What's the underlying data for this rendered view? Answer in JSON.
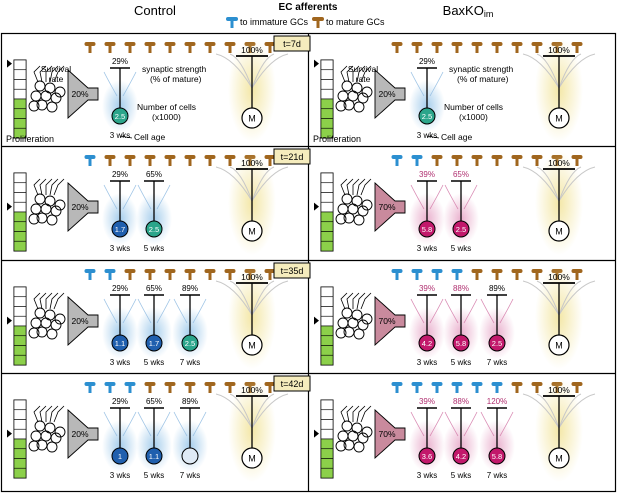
{
  "header": {
    "left_title": "Control",
    "right_title_main": "BaxKO",
    "right_title_sub": "im",
    "legend_title": "EC afferents",
    "legend_immature": "to immature GCs",
    "legend_mature": "to mature GCs"
  },
  "labels": {
    "survival_rate": "Survival",
    "survival_rate2": "rate",
    "synaptic_strength": "synaptic strength",
    "synaptic_strength2": "(% of mature)",
    "number_of_cells": "Number of cells",
    "number_of_cells2": "(x1000)",
    "cell_age": "Cell age",
    "proliferation": "Proliferation",
    "mature_marker": "M"
  },
  "colors": {
    "immature_afferent": "#2c8fd0",
    "mature_afferent": "#a0661e",
    "proliferation_fill": "#8cd04a",
    "control_cell_3wk": "#2ba58b",
    "baxko_cell": "#c2186b",
    "mature_glow": "#f4eab0",
    "timepoint_badge": "#f5ecbd"
  },
  "panels": [
    {
      "timepoint": "t=7d",
      "control": {
        "survival": "20%",
        "afferents": [
          "mature",
          "mature",
          "mature",
          "mature",
          "mature",
          "mature",
          "mature",
          "mature",
          "mature",
          "mature"
        ],
        "cells": [
          {
            "age": "3 wks",
            "count": "2.5",
            "strength": "29%"
          }
        ],
        "mature_strength": "100%"
      },
      "baxko": {
        "survival": "20%",
        "afferents": [
          "mature",
          "mature",
          "mature",
          "mature",
          "mature",
          "mature",
          "mature",
          "mature",
          "mature",
          "mature"
        ],
        "cells": [
          {
            "age": "3 wks",
            "count": "2.5",
            "strength": "29%"
          }
        ],
        "mature_strength": "100%"
      }
    },
    {
      "timepoint": "t=21d",
      "control": {
        "survival": "20%",
        "afferents": [
          "immature",
          "mature",
          "mature",
          "mature",
          "mature",
          "mature",
          "mature",
          "mature",
          "mature",
          "mature"
        ],
        "cells": [
          {
            "age": "3 wks",
            "count": "1.7",
            "strength": "29%"
          },
          {
            "age": "5 wks",
            "count": "2.5",
            "strength": "65%"
          }
        ],
        "mature_strength": "100%"
      },
      "baxko": {
        "survival": "70%",
        "afferents": [
          "immature",
          "immature",
          "mature",
          "mature",
          "mature",
          "mature",
          "mature",
          "mature",
          "mature",
          "mature"
        ],
        "cells": [
          {
            "age": "3 wks",
            "count": "5.8",
            "strength": "39%"
          },
          {
            "age": "5 wks",
            "count": "2.5",
            "strength": "65%"
          }
        ],
        "mature_strength": "100%"
      }
    },
    {
      "timepoint": "t=35d",
      "control": {
        "survival": "20%",
        "afferents": [
          "immature",
          "immature",
          "mature",
          "mature",
          "mature",
          "mature",
          "mature",
          "mature",
          "mature",
          "mature"
        ],
        "cells": [
          {
            "age": "3 wks",
            "count": "1.1",
            "strength": "29%"
          },
          {
            "age": "5 wks",
            "count": "1.7",
            "strength": "65%"
          },
          {
            "age": "7 wks",
            "count": "2.5",
            "strength": "89%"
          }
        ],
        "mature_strength": "100%"
      },
      "baxko": {
        "survival": "70%",
        "afferents": [
          "immature",
          "immature",
          "immature",
          "immature",
          "mature",
          "mature",
          "mature",
          "mature",
          "mature",
          "mature"
        ],
        "cells": [
          {
            "age": "3 wks",
            "count": "4.2",
            "strength": "39%"
          },
          {
            "age": "5 wks",
            "count": "5.8",
            "strength": "88%"
          },
          {
            "age": "7 wks",
            "count": "2.5",
            "strength": "89%"
          }
        ],
        "mature_strength": "100%"
      }
    },
    {
      "timepoint": "t=42d",
      "control": {
        "survival": "20%",
        "afferents": [
          "immature",
          "immature",
          "immature",
          "mature",
          "mature",
          "mature",
          "mature",
          "mature",
          "mature",
          "mature"
        ],
        "cells": [
          {
            "age": "3 wks",
            "count": "1",
            "strength": "29%"
          },
          {
            "age": "5 wks",
            "count": "1.1",
            "strength": "65%"
          },
          {
            "age": "7 wks",
            "count": "",
            "strength": "89%"
          }
        ],
        "mature_strength": "100%"
      },
      "baxko": {
        "survival": "70%",
        "afferents": [
          "immature",
          "immature",
          "immature",
          "immature",
          "immature",
          "immature",
          "mature",
          "mature",
          "mature",
          "mature"
        ],
        "cells": [
          {
            "age": "3 wks",
            "count": "3.6",
            "strength": "39%"
          },
          {
            "age": "5 wks",
            "count": "4.2",
            "strength": "88%"
          },
          {
            "age": "7 wks",
            "count": "5.8",
            "strength": "120%"
          }
        ],
        "mature_strength": "100%"
      }
    }
  ]
}
